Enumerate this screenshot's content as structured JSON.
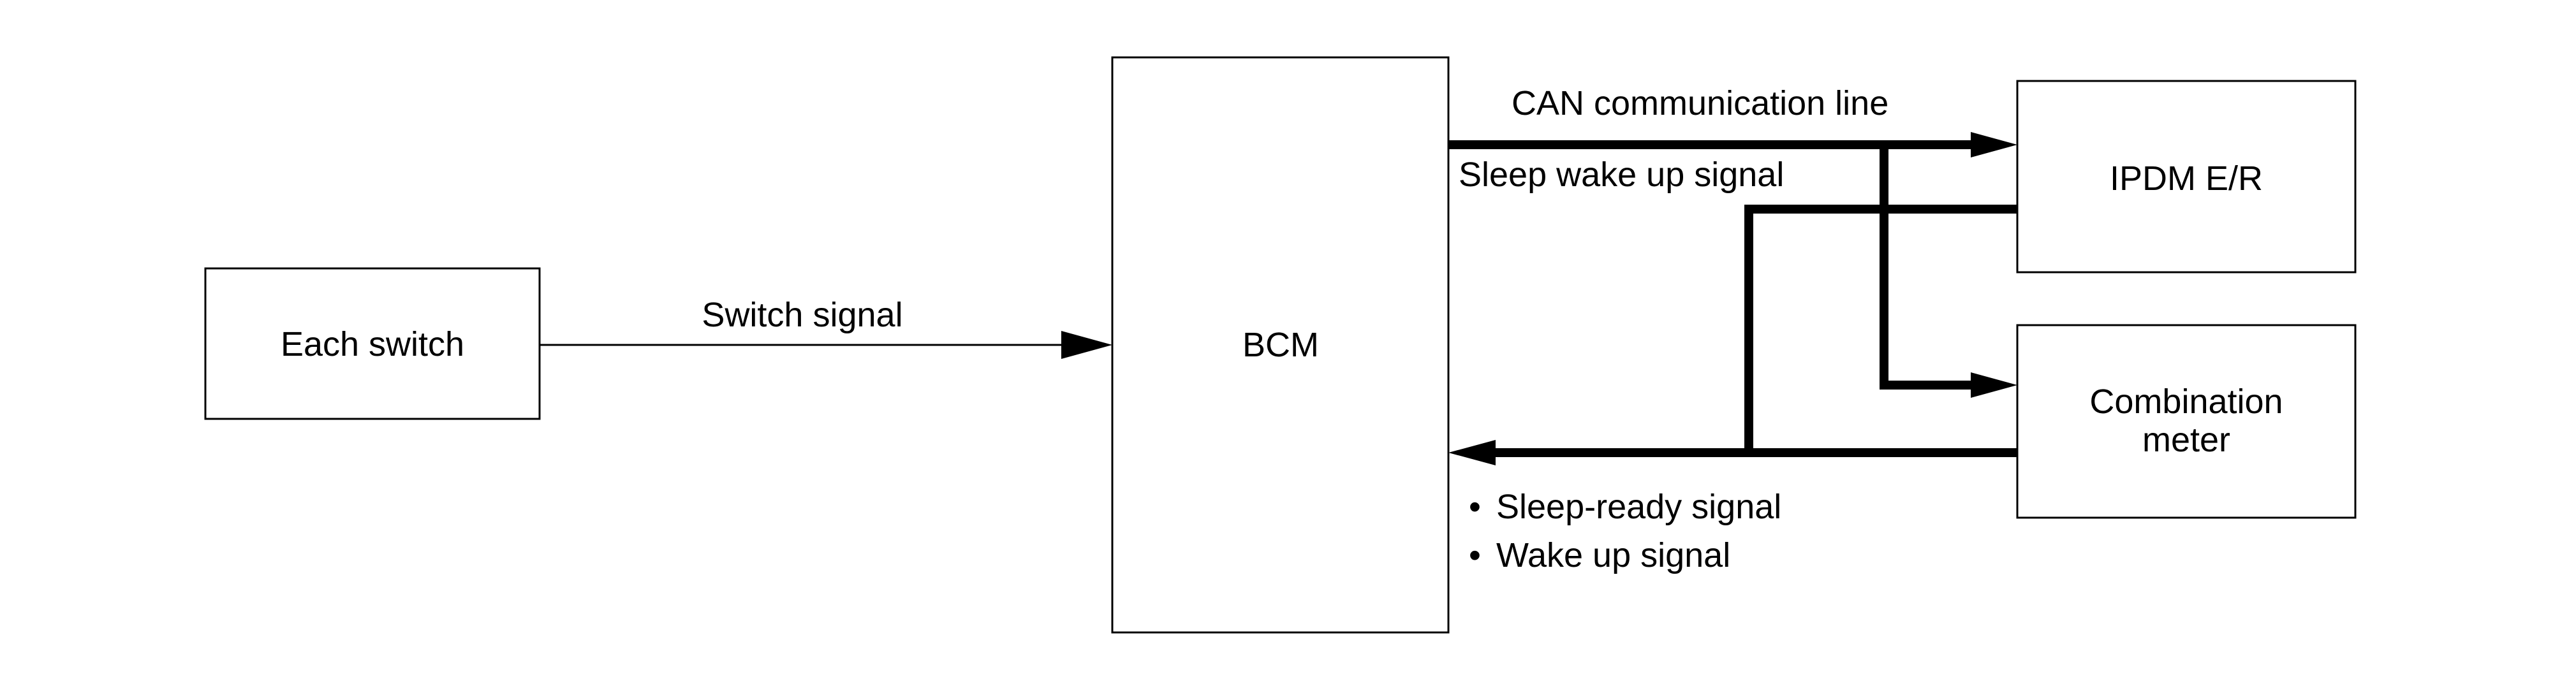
{
  "blocks": {
    "each_switch": "Each switch",
    "bcm": "BCM",
    "ipdm": "IPDM E/R",
    "combination_meter": [
      "Combination",
      "meter"
    ]
  },
  "signals": {
    "switch_signal": "Switch signal",
    "can_line": "CAN communication line",
    "sleep_wake_up": "Sleep wake up signal",
    "bcm_inputs": [
      {
        "bullet": "•",
        "text": "Sleep-ready signal"
      },
      {
        "bullet": "•",
        "text": "Wake up signal"
      }
    ]
  },
  "colors": {
    "line": "#000000",
    "background": "#ffffff"
  }
}
